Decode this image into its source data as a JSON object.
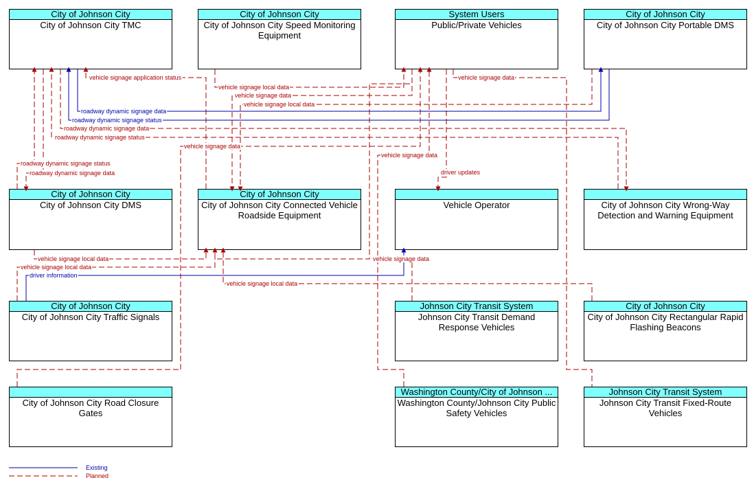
{
  "colors": {
    "existing": "#0000aa",
    "planned": "#aa0000",
    "header_fill": "#80ffff"
  },
  "elements": {
    "tmc": {
      "owner": "City of Johnson City",
      "name": "City of Johnson City TMC"
    },
    "speed": {
      "owner": "City of Johnson City",
      "name": "City of Johnson City Speed Monitoring Equipment"
    },
    "ppv": {
      "owner": "System Users",
      "name": "Public/Private Vehicles"
    },
    "pdms": {
      "owner": "City of Johnson City",
      "name": "City of Johnson City Portable DMS"
    },
    "dms": {
      "owner": "City of Johnson City",
      "name": "City of Johnson City DMS"
    },
    "cvrse": {
      "owner": "City of Johnson City",
      "name": "City of Johnson City Connected Vehicle Roadside Equipment"
    },
    "vop": {
      "owner": "",
      "name": "Vehicle Operator"
    },
    "wwd": {
      "owner": "",
      "name": "City of Johnson City Wrong-Way Detection and Warning Equipment"
    },
    "signals": {
      "owner": "City of Johnson City",
      "name": "City of Johnson City Traffic Signals"
    },
    "demand": {
      "owner": "Johnson City Transit System",
      "name": "Johnson City Transit Demand Response Vehicles"
    },
    "rrfb": {
      "owner": "City of Johnson City",
      "name": "City of Johnson City Rectangular Rapid Flashing Beacons"
    },
    "gates": {
      "owner": "",
      "name": "City of Johnson City Road Closure Gates"
    },
    "psv": {
      "owner": "Washington County/City of Johnson ...",
      "name": "Washington County/Johnson City Public Safety Vehicles"
    },
    "fixed": {
      "owner": "Johnson City Transit System",
      "name": "Johnson City Transit Fixed-Route Vehicles"
    }
  },
  "flows": {
    "f1": "vehicle signage application status",
    "f2": "vehicle signage local data",
    "f3": "vehicle signage data",
    "f4": "vehicle signage local data",
    "f5": "vehicle signage data",
    "f6": "roadway dynamic signage data",
    "f7": "roadway dynamic signage status",
    "f8": "roadway dynamic signage data",
    "f9": "roadway dynamic signage status",
    "f10": "vehicle signage data",
    "f11": "vehicle signage data",
    "f12": "driver updates",
    "f13": "roadway dynamic signage status",
    "f14": "roadway dynamic signage data",
    "f15": "vehicle signage local data",
    "f16": "vehicle signage data",
    "f17": "vehicle signage local data",
    "f18": "driver information",
    "f19": "vehicle signage local data"
  },
  "legend": {
    "existing": "Existing",
    "planned": "Planned"
  }
}
